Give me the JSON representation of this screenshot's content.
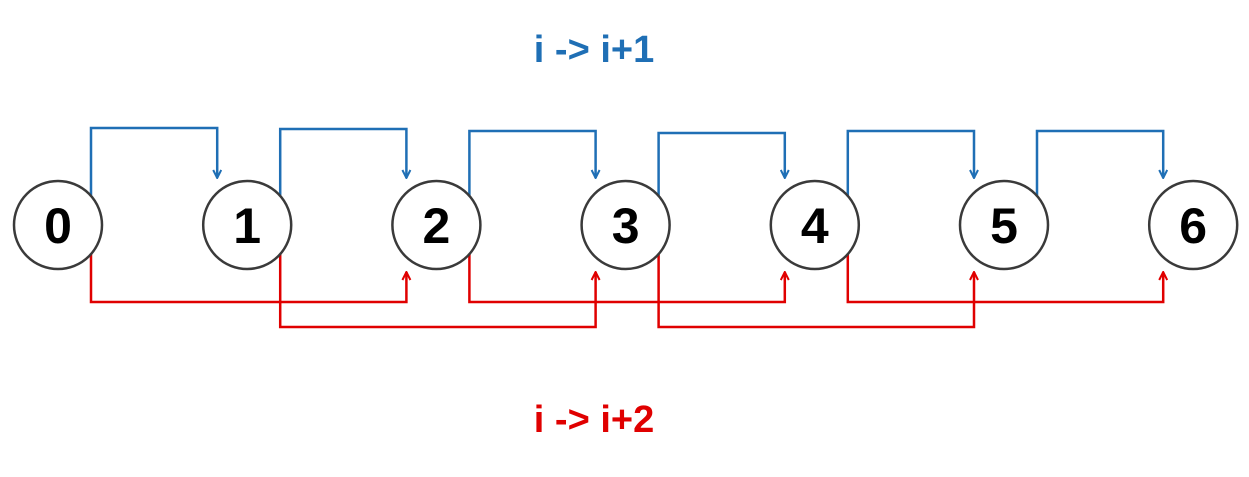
{
  "nodes": [
    "0",
    "1",
    "2",
    "3",
    "4",
    "5",
    "6"
  ],
  "legend": {
    "top": "i -> i+1",
    "bottom": "i -> i+2"
  },
  "edges": {
    "step1": [
      [
        0,
        1
      ],
      [
        1,
        2
      ],
      [
        2,
        3
      ],
      [
        3,
        4
      ],
      [
        4,
        5
      ],
      [
        5,
        6
      ]
    ],
    "step2": [
      [
        0,
        2
      ],
      [
        1,
        3
      ],
      [
        2,
        4
      ],
      [
        3,
        5
      ],
      [
        4,
        6
      ]
    ]
  },
  "colors": {
    "step1": "#1f6fb5",
    "step2": "#e00000",
    "node_stroke": "#3a3a3a",
    "node_text": "#000000"
  }
}
